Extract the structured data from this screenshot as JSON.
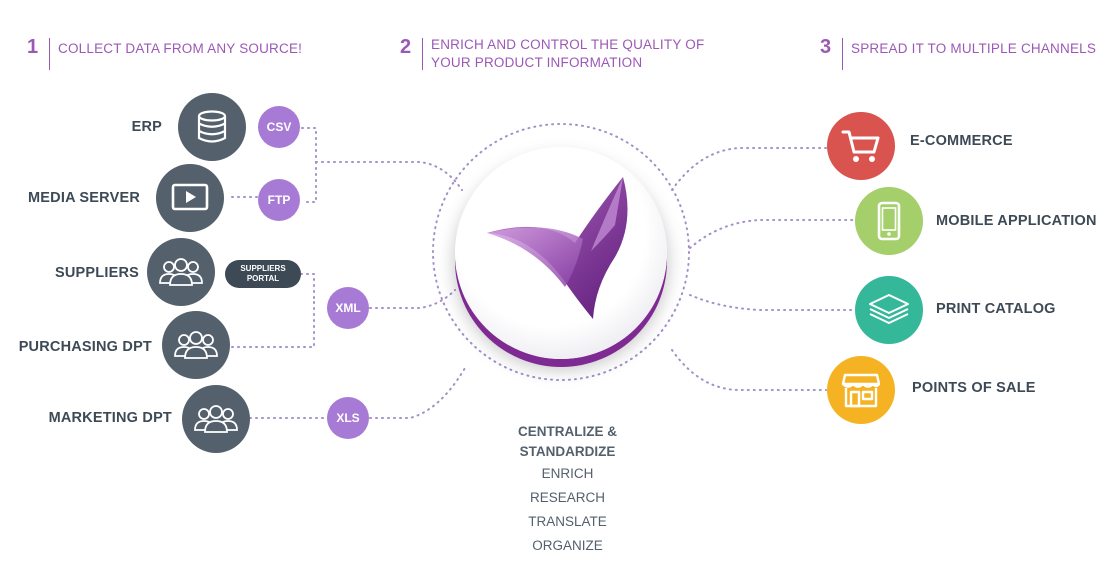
{
  "steps": [
    {
      "number": "1",
      "text": "COLLECT DATA FROM ANY SOURCE!"
    },
    {
      "number": "2",
      "text_line1": "ENRICH AND CONTROL THE QUALITY OF",
      "text_line2": "YOUR PRODUCT INFORMATION"
    },
    {
      "number": "3",
      "text": "SPREAD IT TO MULTIPLE CHANNELS"
    }
  ],
  "sources": [
    {
      "label": "ERP",
      "icon": "database-icon"
    },
    {
      "label": "MEDIA SERVER",
      "icon": "video-play-icon"
    },
    {
      "label": "SUPPLIERS",
      "icon": "people-icon"
    },
    {
      "label": "PURCHASING DPT",
      "icon": "people-icon"
    },
    {
      "label": "MARKETING DPT",
      "icon": "people-icon"
    }
  ],
  "formats": {
    "csv": "CSV",
    "ftp": "FTP",
    "xml": "XML",
    "xls": "XLS"
  },
  "portal": {
    "line1": "SUPPLIERS",
    "line2": "PORTAL"
  },
  "center_logo": {
    "icon": "akeneo-logo"
  },
  "actions": {
    "main_line1": "CENTRALIZE &",
    "main_line2": "STANDARDIZE",
    "items": [
      "ENRICH",
      "RESEARCH",
      "TRANSLATE",
      "ORGANIZE"
    ]
  },
  "channels": [
    {
      "label": "E-COMMERCE",
      "icon": "shopping-cart-icon",
      "color": "#d9534f"
    },
    {
      "label": "MOBILE APPLICATION",
      "icon": "smartphone-icon",
      "color": "#a4cf6a"
    },
    {
      "label": "PRINT CATALOG",
      "icon": "layers-icon",
      "color": "#35b89a"
    },
    {
      "label": "POINTS OF SALE",
      "icon": "storefront-icon",
      "color": "#f5b324"
    }
  ],
  "colors": {
    "accent": "#9b59b6",
    "format_bubble": "#a77bd5",
    "source_circle": "#55606d",
    "dots": "#a38fc9",
    "label": "#3d4a56"
  }
}
